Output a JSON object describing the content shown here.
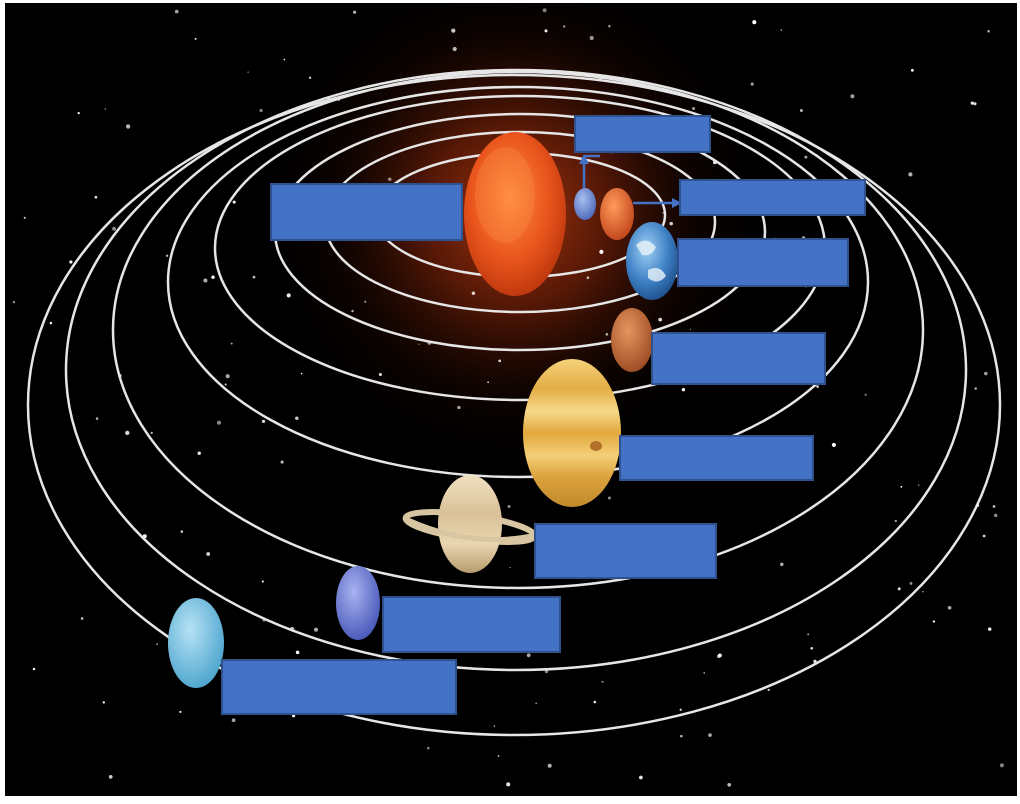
{
  "colors": {
    "background_border": "#ffffff",
    "space": "#000000",
    "orbit": "#e6e6e6",
    "label_fill": "#4472c4",
    "label_border": "#2f528f",
    "arrow": "#4472c4",
    "sun": "#e8541c",
    "mercury": "#6f8fd6",
    "venus": "#e5672b",
    "earth": "#3d7fc4",
    "mars": "#c46a35",
    "jupiter": "#e7b64a",
    "saturn": "#dcc49a",
    "uranus": "#6f7fd8",
    "neptune": "#74c3e6"
  },
  "bodies": [
    {
      "name": "sun",
      "icon": "sun-icon"
    },
    {
      "name": "mercury",
      "icon": "mercury-icon"
    },
    {
      "name": "venus",
      "icon": "venus-icon"
    },
    {
      "name": "earth",
      "icon": "earth-icon"
    },
    {
      "name": "mars",
      "icon": "mars-icon"
    },
    {
      "name": "jupiter",
      "icon": "jupiter-icon"
    },
    {
      "name": "saturn",
      "icon": "saturn-icon"
    },
    {
      "name": "uranus",
      "icon": "uranus-icon"
    },
    {
      "name": "neptune",
      "icon": "neptune-icon"
    }
  ],
  "labels": {
    "sun": "",
    "mercury": "",
    "venus": "",
    "earth": "",
    "mars": "",
    "jupiter": "",
    "saturn": "",
    "uranus": "",
    "neptune": ""
  }
}
